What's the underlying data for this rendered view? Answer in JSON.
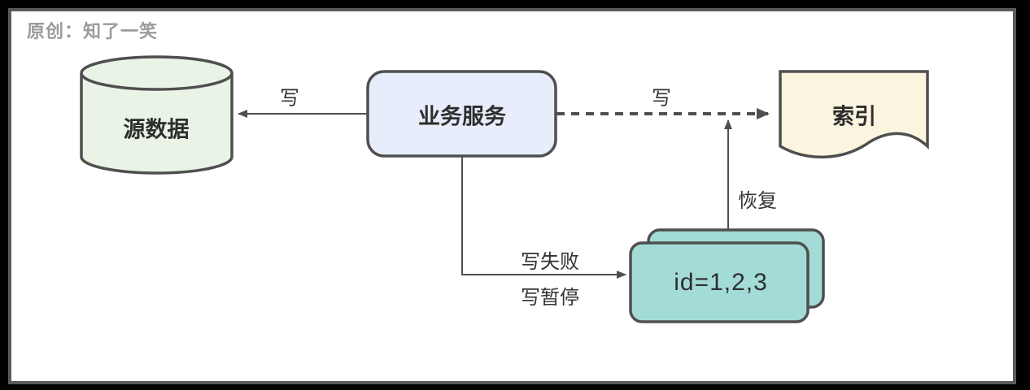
{
  "credit": "原创：知了一笑",
  "colors": {
    "canvas_bg": "#ffffff",
    "page_bg": "#000000",
    "panel_border": "#5a5a5a",
    "shape_stroke": "#4f4f4f",
    "text": "#2e2e2e",
    "credit_text": "#9b9b9b",
    "source_db_fill": "#e9f3e6",
    "service_fill": "#e7edfa",
    "index_fill": "#fbf4df",
    "cards_fill": "#a3dcd6"
  },
  "nodes": {
    "source_db": {
      "label": "源数据",
      "shape": "cylinder",
      "fill": "#e9f3e6"
    },
    "service": {
      "label": "业务服务",
      "shape": "rounded-rect",
      "fill": "#e7edfa"
    },
    "index_doc": {
      "label": "索引",
      "shape": "document",
      "fill": "#fbf4df"
    },
    "id_cards": {
      "label": "id=1,2,3",
      "shape": "stacked-cards",
      "fill": "#a3dcd6"
    }
  },
  "edges": {
    "write_db": {
      "label": "写",
      "style": "solid",
      "from": "service",
      "to": "source_db"
    },
    "write_index": {
      "label": "写",
      "style": "dashed",
      "from": "service",
      "to": "index_doc"
    },
    "write_fail": {
      "label_top": "写失败",
      "label_bottom": "写暂停",
      "style": "solid",
      "from": "service",
      "to": "id_cards"
    },
    "recover": {
      "label": "恢复",
      "style": "solid",
      "from": "id_cards",
      "to": "write_index"
    }
  }
}
